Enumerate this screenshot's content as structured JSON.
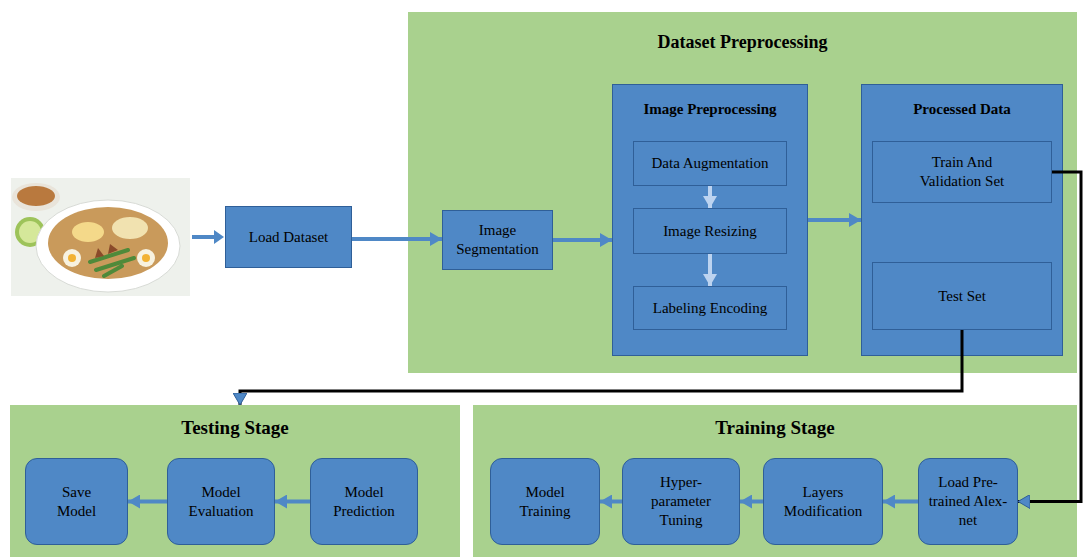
{
  "diagram": {
    "nodes": [
      {
        "text": [
          "Load Dataset"
        ]
      },
      {
        "text": [
          "Dataset Preprocessing"
        ]
      },
      {
        "text": [
          "Image Segmentation"
        ],
        "in": 1
      },
      {
        "text": [
          "Image Preprocessing"
        ],
        "in": 1
      },
      {
        "text": [
          "Data Augmentation"
        ],
        "in": 3
      },
      {
        "text": [
          "Image Resizing"
        ],
        "in": 3
      },
      {
        "text": [
          "Labeling Encoding"
        ],
        "in": 3
      },
      {
        "text": [
          "Processed Data"
        ],
        "in": 1
      },
      {
        "text": [
          "Train And Validation Set"
        ],
        "in": 7
      },
      {
        "text": [
          "Test Set"
        ],
        "in": 7
      },
      {
        "text": [
          "Testing Stage"
        ]
      },
      {
        "text": [
          "Save Model"
        ],
        "in": 10
      },
      {
        "text": [
          "Model Evaluation"
        ],
        "in": 10
      },
      {
        "text": [
          "Model Prediction"
        ],
        "in": 10
      },
      {
        "text": [
          "Training Stage"
        ]
      },
      {
        "text": [
          "Model Training"
        ],
        "in": 14
      },
      {
        "text": [
          "Hyper- parameter Tuning"
        ],
        "in": 14
      },
      {
        "text": [
          "Layers Modification"
        ],
        "in": 14
      },
      {
        "text": [
          "Load Pre- trained Alex-net"
        ],
        "in": 14
      }
    ],
    "edges": [
      {
        "from": 0,
        "to": 2,
        "arrow": "to"
      },
      {
        "from": 2,
        "to": 3,
        "arrow": "to"
      },
      {
        "from": 4,
        "to": 5,
        "arrow": "to"
      },
      {
        "from": 5,
        "to": 6,
        "arrow": "to"
      },
      {
        "from": 3,
        "to": 7,
        "arrow": "to"
      },
      {
        "from": 8,
        "to": 18,
        "arrow": "to"
      },
      {
        "from": 9,
        "to": 10,
        "arrow": "to"
      },
      {
        "from": 18,
        "to": 17,
        "arrow": "to"
      },
      {
        "from": 17,
        "to": 16,
        "arrow": "to"
      },
      {
        "from": 16,
        "to": 15,
        "arrow": "to"
      },
      {
        "from": 13,
        "to": 12,
        "arrow": "to"
      },
      {
        "from": 12,
        "to": 11,
        "arrow": "to"
      }
    ]
  }
}
